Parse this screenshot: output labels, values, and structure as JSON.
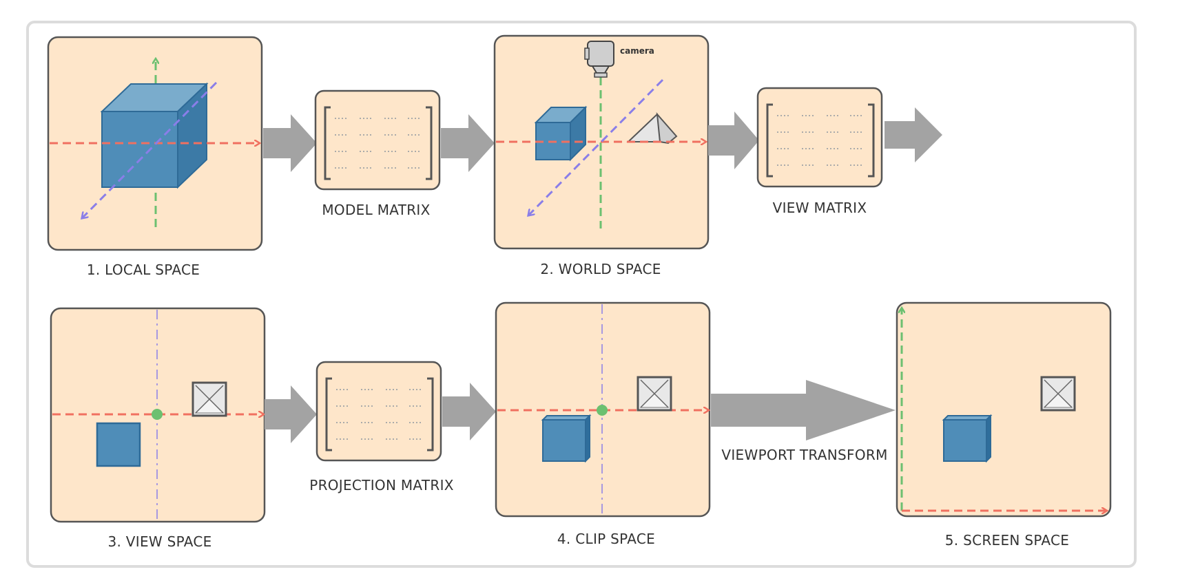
{
  "stages": {
    "local_space": "1. LOCAL SPACE",
    "world_space": "2. WORLD SPACE",
    "view_space": "3. VIEW SPACE",
    "clip_space": "4. CLIP SPACE",
    "screen_space": "5. SCREEN SPACE"
  },
  "transforms": {
    "model_matrix": "MODEL MATRIX",
    "view_matrix": "VIEW MATRIX",
    "projection_matrix": "PROJECTION MATRIX",
    "viewport_transform": "VIEWPORT TRANSFORM"
  },
  "camera_label": "camera",
  "colors": {
    "panel_fill": "#fee6ca",
    "arrow": "#a3a3a3",
    "axis_x": "#f07060",
    "axis_y": "#6cc070",
    "axis_z": "#8a7ee8",
    "cube": "#4f8db8"
  }
}
